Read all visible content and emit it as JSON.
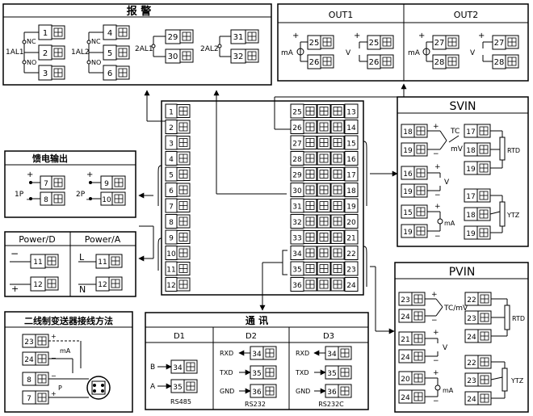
{
  "alarm": {
    "title": "报 警",
    "al1": "1AL1",
    "al2": "1AL2",
    "al3": "2AL1",
    "al4": "2AL2",
    "nc": "NC",
    "no": "NO",
    "t1": "1",
    "t2": "2",
    "t3": "3",
    "t4": "4",
    "t5": "5",
    "t6": "6",
    "t29": "29",
    "t30": "30",
    "t31": "31",
    "t32": "32"
  },
  "out": {
    "out1": "OUT1",
    "out2": "OUT2",
    "ma": "mA",
    "v": "V",
    "plus": "+",
    "minus": "−",
    "t25": "25",
    "t26": "26",
    "t27": "27",
    "t28": "28"
  },
  "center": {
    "left_terms": [
      "1",
      "2",
      "3",
      "4",
      "5",
      "6",
      "7",
      "8",
      "9",
      "10",
      "11",
      "12"
    ],
    "right_left_terms": [
      "25",
      "26",
      "27",
      "28",
      "29",
      "30",
      "31",
      "32",
      "33",
      "34",
      "35",
      "36"
    ],
    "right_right_terms": [
      "13",
      "14",
      "15",
      "16",
      "17",
      "18",
      "19",
      "20",
      "21",
      "22",
      "23",
      "24"
    ]
  },
  "feed": {
    "title": "馈电输出",
    "p1": "1P",
    "p2": "2P",
    "t7": "7",
    "t8": "8",
    "t9": "9",
    "t10": "10",
    "plus": "+",
    "minus": "−"
  },
  "power": {
    "d": "Power/D",
    "a": "Power/A",
    "l": "L",
    "n": "N",
    "minus": "−",
    "plus": "+",
    "t11": "11",
    "t12": "12"
  },
  "twowire": {
    "title": "二线制变送器接线方法",
    "ma": "mA",
    "p": "P",
    "t23": "23",
    "t24": "24",
    "t8": "8",
    "t7": "7",
    "plus": "+",
    "minus": "−"
  },
  "comm": {
    "title": "通 讯",
    "d1": "D1",
    "d2": "D2",
    "d3": "D3",
    "b": "B",
    "a": "A",
    "rs485": "RS485",
    "rxd": "RXD",
    "txd": "TXD",
    "gnd": "GND",
    "rs232": "RS232",
    "rs232c": "RS232C",
    "t34": "34",
    "t35": "35",
    "t36": "36"
  },
  "svin": {
    "title": "SVIN",
    "tc": "TC",
    "mv": "mV",
    "rtd": "RTD",
    "v": "V",
    "ma": "mA",
    "ytz": "YTZ",
    "t15": "15",
    "t16": "16",
    "t17": "17",
    "t18": "18",
    "t19": "19",
    "plus": "+",
    "minus": "−"
  },
  "pvin": {
    "title": "PVIN",
    "tcmv": "TC/mV",
    "rtd": "RTD",
    "v": "V",
    "ma": "mA",
    "ytz": "YTZ",
    "t20": "20",
    "t21": "21",
    "t22": "22",
    "t23": "23",
    "t24": "24",
    "plus": "+",
    "minus": "−"
  }
}
